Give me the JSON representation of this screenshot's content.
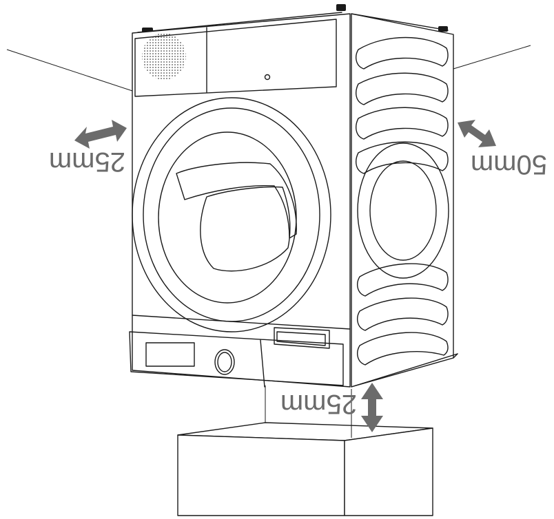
{
  "figure": {
    "dimensions": {
      "left": "25mm",
      "right": "50mm",
      "bottom": "25mm"
    },
    "orientation": "upside-down",
    "colors": {
      "line": "#1a1a1a",
      "arrow": "#6b6b6b",
      "background": "#ffffff"
    }
  }
}
